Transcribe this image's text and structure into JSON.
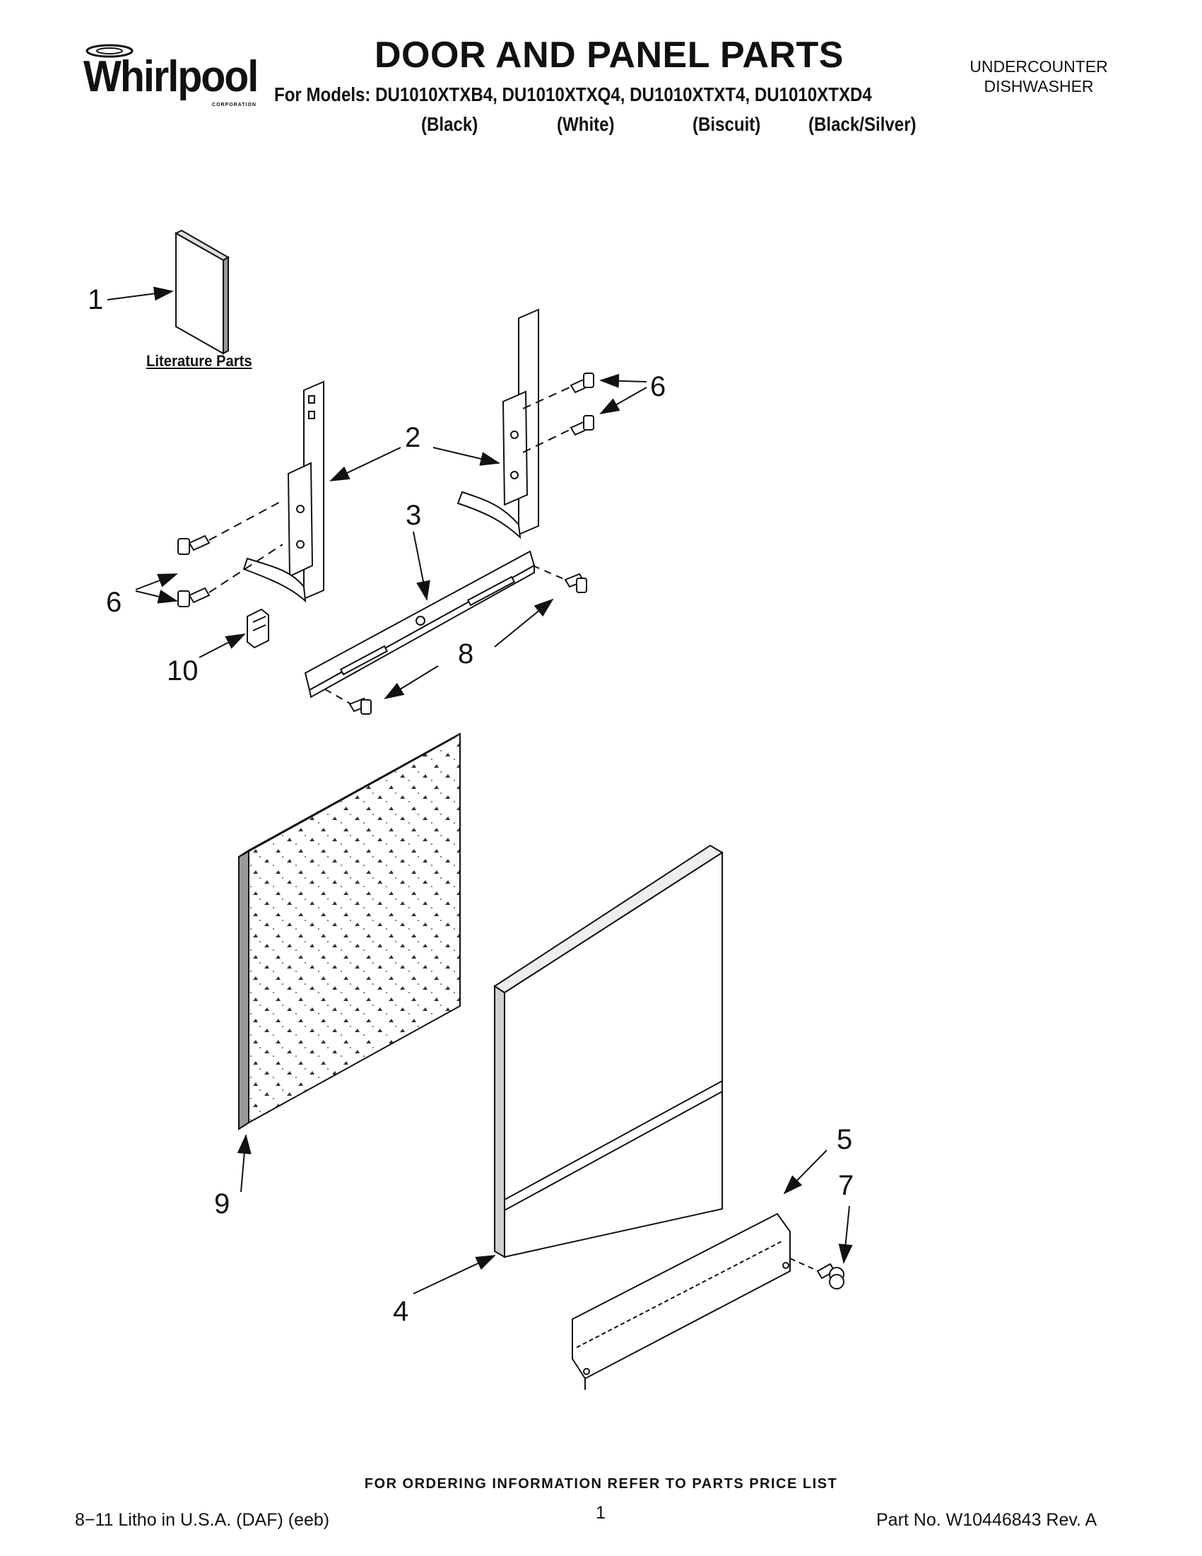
{
  "brand": {
    "name": "Whirlpool",
    "subtitle": "CORPORATION"
  },
  "header": {
    "title": "DOOR AND PANEL PARTS",
    "models_line": "For Models: DU1010XTXB4, DU1010XTXQ4, DU1010XTXT4, DU1010XTXD4",
    "colors": [
      "(Black)",
      "(White)",
      "(Biscuit)",
      "(Black/Silver)"
    ],
    "product_type_line1": "UNDERCOUNTER",
    "product_type_line2": "DISHWASHER"
  },
  "diagram": {
    "literature_label": "Literature Parts",
    "callouts": {
      "c1": "1",
      "c2": "2",
      "c3": "3",
      "c4": "4",
      "c5": "5",
      "c6a": "6",
      "c6b": "6",
      "c7": "7",
      "c8": "8",
      "c9": "9",
      "c10": "10"
    }
  },
  "footer": {
    "ordering": "FOR ORDERING INFORMATION REFER TO PARTS PRICE LIST",
    "litho": "8−11 Litho in U.S.A. (DAF) (eeb)",
    "page": "1",
    "part_no": "Part No. W10446843 Rev. A"
  }
}
